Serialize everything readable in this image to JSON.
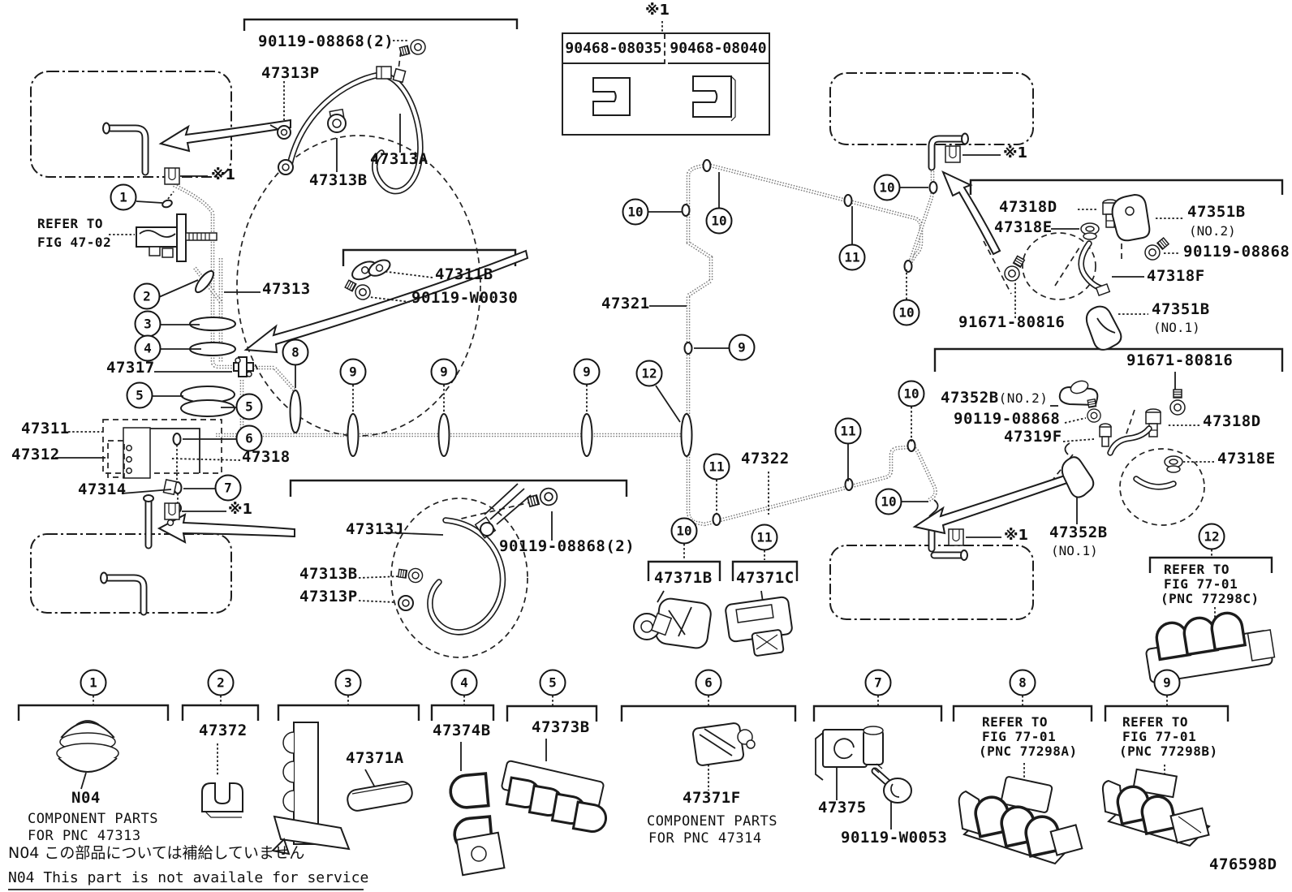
{
  "figure": {
    "code": "476598D"
  },
  "ref_table": {
    "note": "※1",
    "col1": "90468-08035",
    "col2": "90468-08040"
  },
  "notes": {
    "refer_fig4702": [
      "REFER TO",
      "FIG 47-02"
    ],
    "refer_fig7701": [
      "REFER TO",
      "FIG 77-01"
    ],
    "pnc_a": "(PNC 77298A)",
    "pnc_b": "(PNC 77298B)",
    "pnc_c": "(PNC 77298C)",
    "ast1": "※1",
    "no1": "(NO.1)",
    "no2": "(NO.2)",
    "n04": "N04",
    "component_parts": "COMPONENT PARTS",
    "for_pnc_47313": "FOR PNC 47313",
    "for_pnc_47314": "FOR PNC 47314",
    "footnote_jp": "N04 この部品については補給していません",
    "footnote_en": "N04 This part is not availale for service"
  },
  "parts": {
    "p90119_08868_2": "90119-08868(2)",
    "p47313P": "47313P",
    "p47313A": "47313A",
    "p47313B": "47313B",
    "p47313": "47313",
    "p47311B": "47311B",
    "p90119_W0030": "90119-W0030",
    "p47317": "47317",
    "p47311": "47311",
    "p47312": "47312",
    "p47318": "47318",
    "p47314": "47314",
    "p47321": "47321",
    "p47322": "47322",
    "p47313J": "47313J",
    "p47371B": "47371B",
    "p47371C": "47371C",
    "p47318D": "47318D",
    "p47318E": "47318E",
    "p47351B": "47351B",
    "p90119_08868": "90119-08868",
    "p47318F": "47318F",
    "p91671_80816": "91671-80816",
    "p47352B": "47352B",
    "p47319F": "47319F",
    "p47372": "47372",
    "p47371A": "47371A",
    "p47374B": "47374B",
    "p47373B": "47373B",
    "p47371F": "47371F",
    "p47375": "47375",
    "p90119_W0053": "90119-W0053"
  },
  "callouts": {
    "n1": "1",
    "n2": "2",
    "n3": "3",
    "n4": "4",
    "n5": "5",
    "n6": "6",
    "n7": "7",
    "n8": "8",
    "n9": "9",
    "n10": "10",
    "n11": "11",
    "n12": "12"
  }
}
